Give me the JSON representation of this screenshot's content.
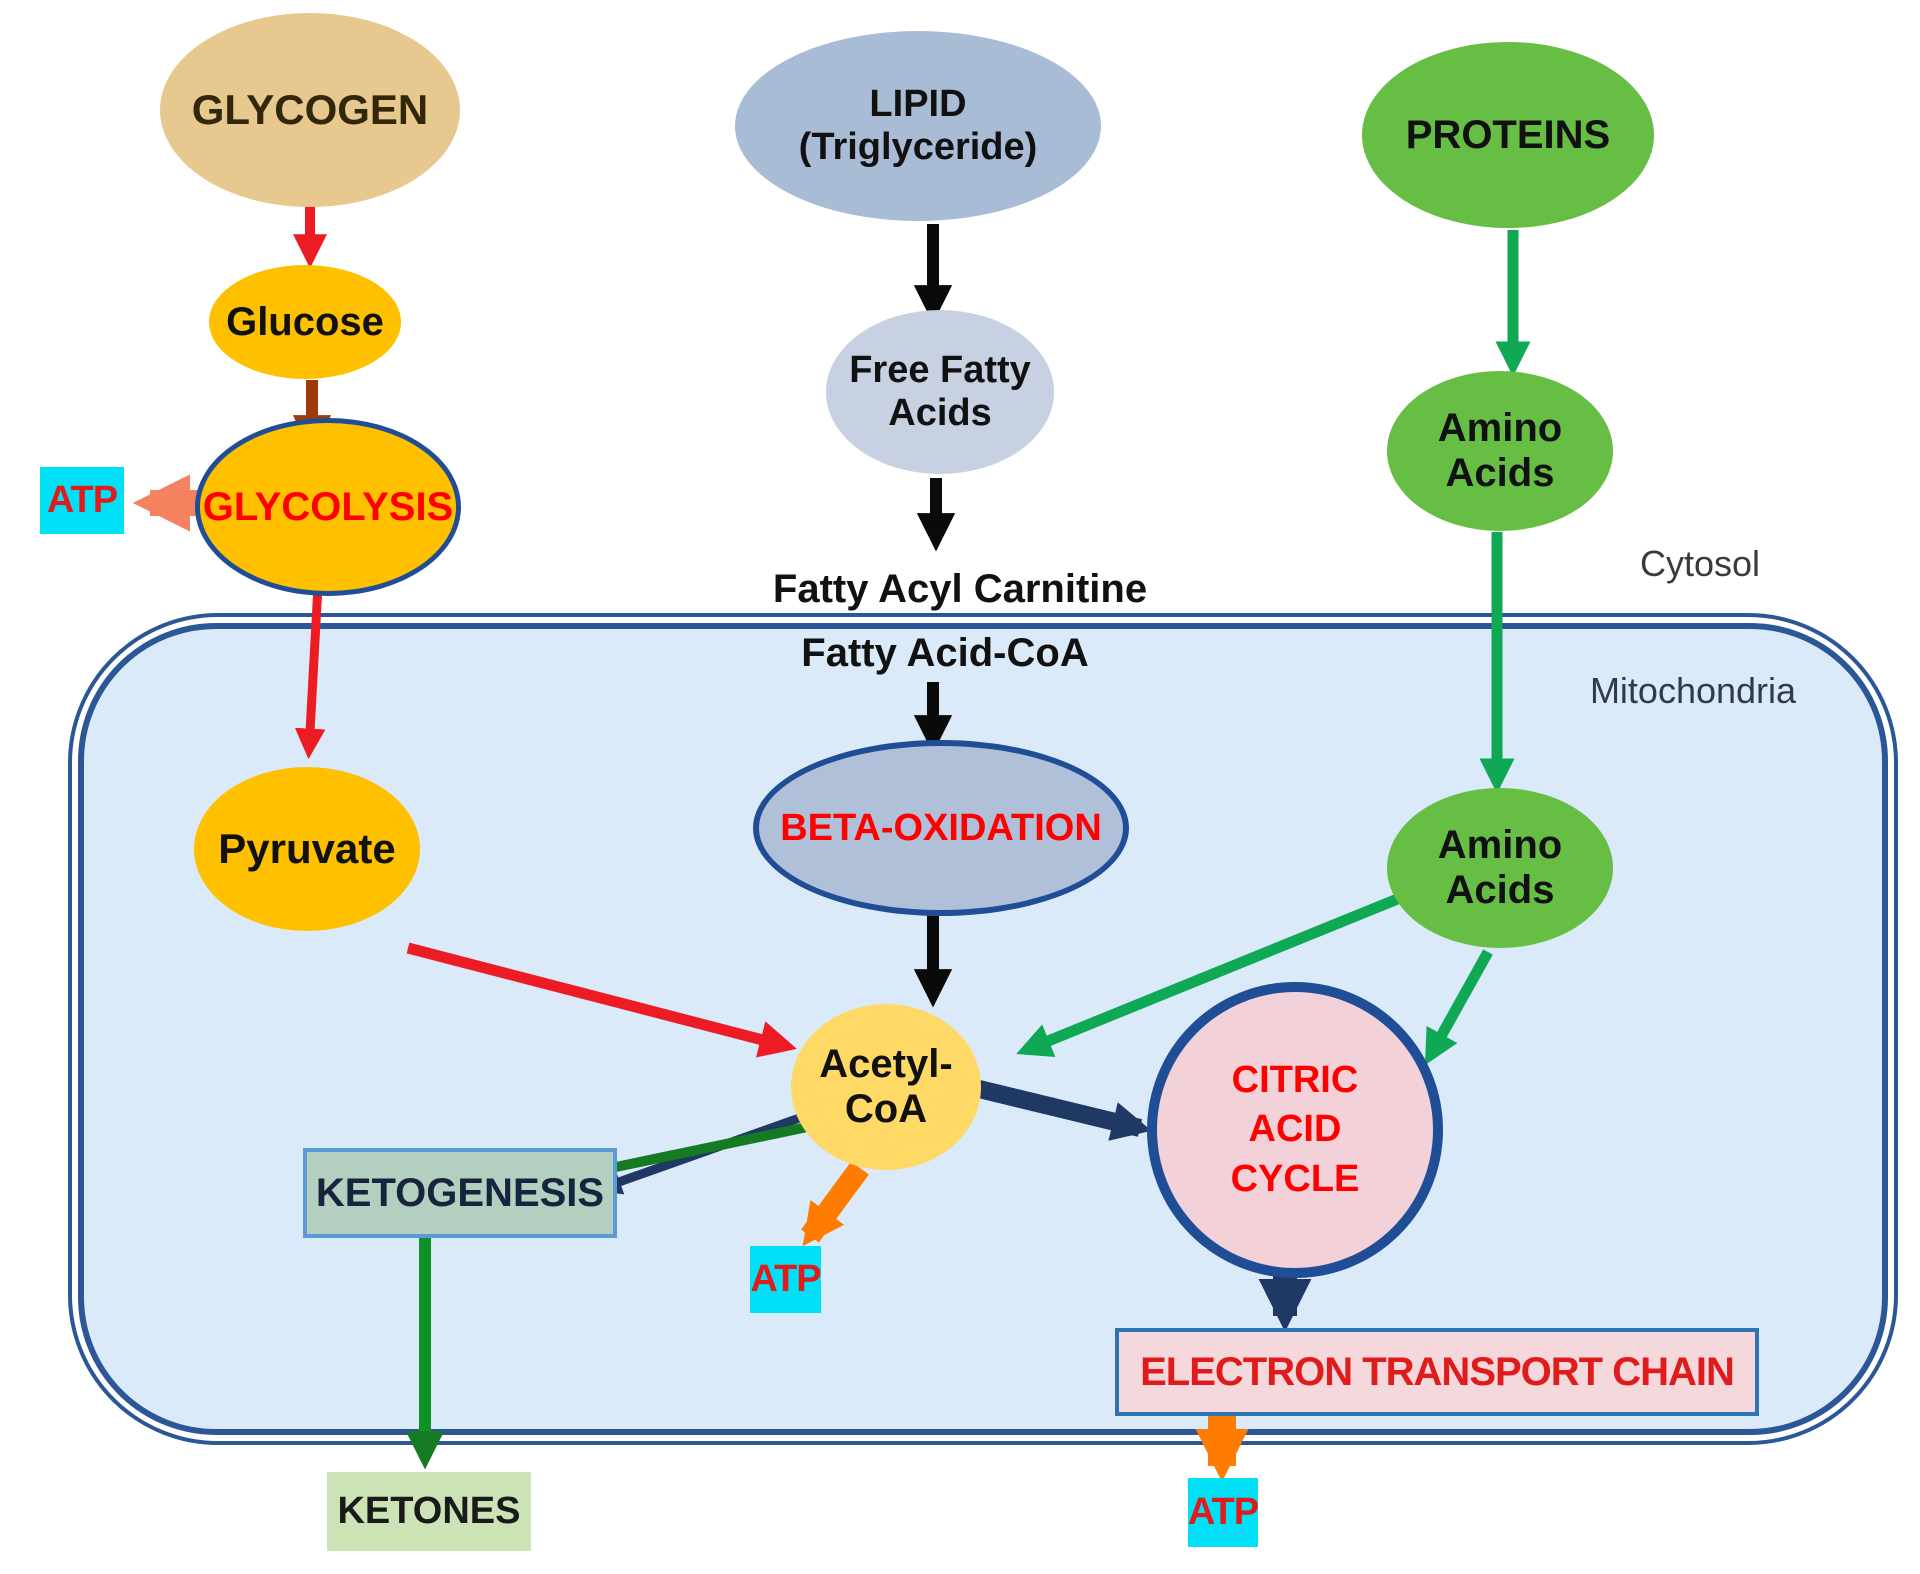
{
  "diagram": {
    "type": "metabolic-pathway",
    "regions": {
      "cytosol": "Cytosol",
      "mitochondria": "Mitochondria"
    },
    "nodes": {
      "glycogen": {
        "label": "GLYCOGEN",
        "fill": "#E7C88E"
      },
      "glucose": {
        "label": "Glucose",
        "fill": "#FFC000"
      },
      "glycolysis": {
        "label": "GLYCOLYSIS",
        "fill": "#FFC000",
        "text_color": "#FF0000"
      },
      "atp_glycolysis": {
        "label": "ATP",
        "fill": "#00E0F7",
        "text_color": "#E21A1A"
      },
      "lipid": {
        "lines": [
          "LIPID",
          "(Triglyceride)"
        ],
        "fill": "#A9BCD6"
      },
      "free_fatty_acids": {
        "lines": [
          "Free Fatty",
          "Acids"
        ],
        "fill": "#C7D1E2"
      },
      "fatty_acyl_carnitine": {
        "label": "Fatty Acyl Carnitine"
      },
      "fatty_acid_coa": {
        "label": "Fatty Acid-CoA"
      },
      "beta_oxidation": {
        "label": "BETA-OXIDATION",
        "fill": "#AFC0D8",
        "text_color": "#FF0000"
      },
      "proteins": {
        "label": "PROTEINS",
        "fill": "#66BE45"
      },
      "amino_acids_cytosol": {
        "lines": [
          "Amino",
          "Acids"
        ],
        "fill": "#66BE45"
      },
      "amino_acids_mito": {
        "lines": [
          "Amino",
          "Acids"
        ],
        "fill": "#66BE45"
      },
      "pyruvate": {
        "label": "Pyruvate",
        "fill": "#FFC000"
      },
      "acetyl_coa": {
        "lines": [
          "Acetyl-",
          "CoA"
        ],
        "fill": "#FFD966"
      },
      "atp_acetyl": {
        "label": "ATP",
        "fill": "#00E0F7",
        "text_color": "#E21A1A"
      },
      "ketogenesis": {
        "label": "KETOGENESIS",
        "fill": "#B3CFBF",
        "text_color": "#16243D"
      },
      "ketones": {
        "label": "KETONES",
        "fill": "#CCE4B5"
      },
      "citric_acid_cycle": {
        "lines": [
          "CITRIC",
          "ACID",
          "CYCLE"
        ],
        "fill": "#F2D1D9",
        "text_color": "#FF0000"
      },
      "electron_transport_chain": {
        "label": "ELECTRON TRANSPORT CHAIN",
        "fill": "#F4D8DC",
        "text_color": "#E01B1B"
      },
      "atp_etc": {
        "label": "ATP",
        "fill": "#00E0F7",
        "text_color": "#E21A1A"
      }
    },
    "connections": [
      {
        "from": "glycogen",
        "to": "glucose",
        "color": "red"
      },
      {
        "from": "glucose",
        "to": "glycolysis",
        "color": "brown"
      },
      {
        "from": "glycolysis",
        "to": "atp_glycolysis",
        "color": "salmon"
      },
      {
        "from": "glycolysis",
        "to": "pyruvate",
        "color": "red"
      },
      {
        "from": "lipid",
        "to": "free_fatty_acids",
        "color": "black"
      },
      {
        "from": "free_fatty_acids",
        "to": "fatty_acyl_carnitine",
        "color": "black"
      },
      {
        "from": "fatty_acid_coa",
        "to": "beta_oxidation",
        "color": "black"
      },
      {
        "from": "beta_oxidation",
        "to": "acetyl_coa",
        "color": "black"
      },
      {
        "from": "pyruvate",
        "to": "acetyl_coa",
        "color": "red"
      },
      {
        "from": "proteins",
        "to": "amino_acids_cytosol",
        "color": "green"
      },
      {
        "from": "amino_acids_cytosol",
        "to": "amino_acids_mito",
        "color": "green"
      },
      {
        "from": "amino_acids_mito",
        "to": "acetyl_coa",
        "color": "green"
      },
      {
        "from": "amino_acids_mito",
        "to": "citric_acid_cycle",
        "color": "green"
      },
      {
        "from": "acetyl_coa",
        "to": "citric_acid_cycle",
        "color": "navy"
      },
      {
        "from": "acetyl_coa",
        "to": "ketogenesis",
        "color": "navy+darkgreen"
      },
      {
        "from": "acetyl_coa",
        "to": "atp_acetyl",
        "color": "orange"
      },
      {
        "from": "ketogenesis",
        "to": "ketones",
        "color": "green"
      },
      {
        "from": "citric_acid_cycle",
        "to": "electron_transport_chain",
        "color": "navy"
      },
      {
        "from": "electron_transport_chain",
        "to": "atp_etc",
        "color": "orange"
      }
    ],
    "colors": {
      "mitochondria_fill": "#DAEAF9",
      "membrane_border": "#2B5797",
      "arrow_red": "#ED1C24",
      "arrow_brown": "#9E3B0B",
      "arrow_black": "#0A0A0A",
      "arrow_green": "#0FA855",
      "arrow_darkgreen": "#157A22",
      "arrow_navy": "#1F3864",
      "arrow_orange": "#FF7C00",
      "arrow_salmon": "#F4825F",
      "atp_cyan": "#00E0F7"
    }
  }
}
